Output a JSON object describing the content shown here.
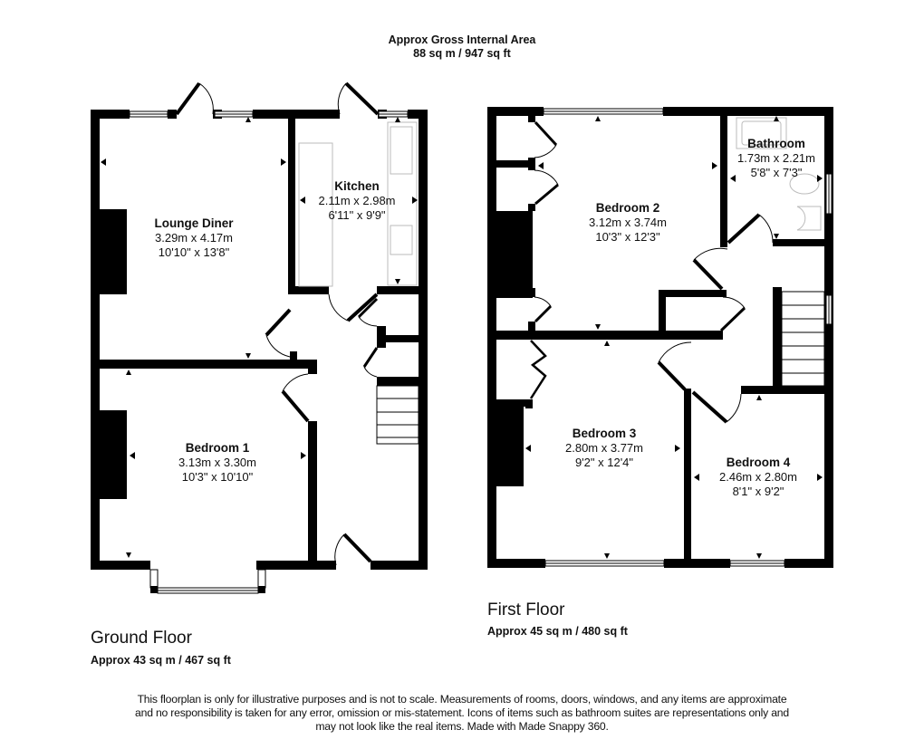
{
  "header": {
    "title": "Approx Gross Internal Area",
    "total_area": "88 sq m / 947 sq ft"
  },
  "ground_floor": {
    "label": "Ground Floor",
    "area": "Approx 43 sq m / 467 sq ft",
    "rooms": [
      {
        "name": "Lounge Diner",
        "metric": "3.29m x 4.17m",
        "imperial": "10'10\" x 13'8\""
      },
      {
        "name": "Kitchen",
        "metric": "2.11m x 2.98m",
        "imperial": "6'11\" x 9'9\""
      },
      {
        "name": "Bedroom 1",
        "metric": "3.13m x 3.30m",
        "imperial": "10'3\" x 10'10\""
      }
    ]
  },
  "first_floor": {
    "label": "First Floor",
    "area": "Approx 45 sq m / 480 sq ft",
    "rooms": [
      {
        "name": "Bedroom 2",
        "metric": "3.12m x 3.74m",
        "imperial": "10'3\" x 12'3\""
      },
      {
        "name": "Bathroom",
        "metric": "1.73m x 2.21m",
        "imperial": "5'8\" x 7'3\""
      },
      {
        "name": "Bedroom 3",
        "metric": "2.80m x 3.77m",
        "imperial": "9'2\" x 12'4\""
      },
      {
        "name": "Bedroom 4",
        "metric": "2.46m x 2.80m",
        "imperial": "8'1\" x 9'2\""
      }
    ]
  },
  "disclaimer": {
    "line1": "This floorplan is only for illustrative purposes and is not to scale. Measurements of rooms, doors, windows, and any items are approximate",
    "line2": "and no responsibility is taken for any error, omission or mis-statement. Icons of items such as bathroom suites are representations only and",
    "line3": "may not look like the real items. Made with Made Snappy 360."
  },
  "colors": {
    "wall": "#000000",
    "background": "#ffffff",
    "fixture_line": "#bbbbbb"
  }
}
